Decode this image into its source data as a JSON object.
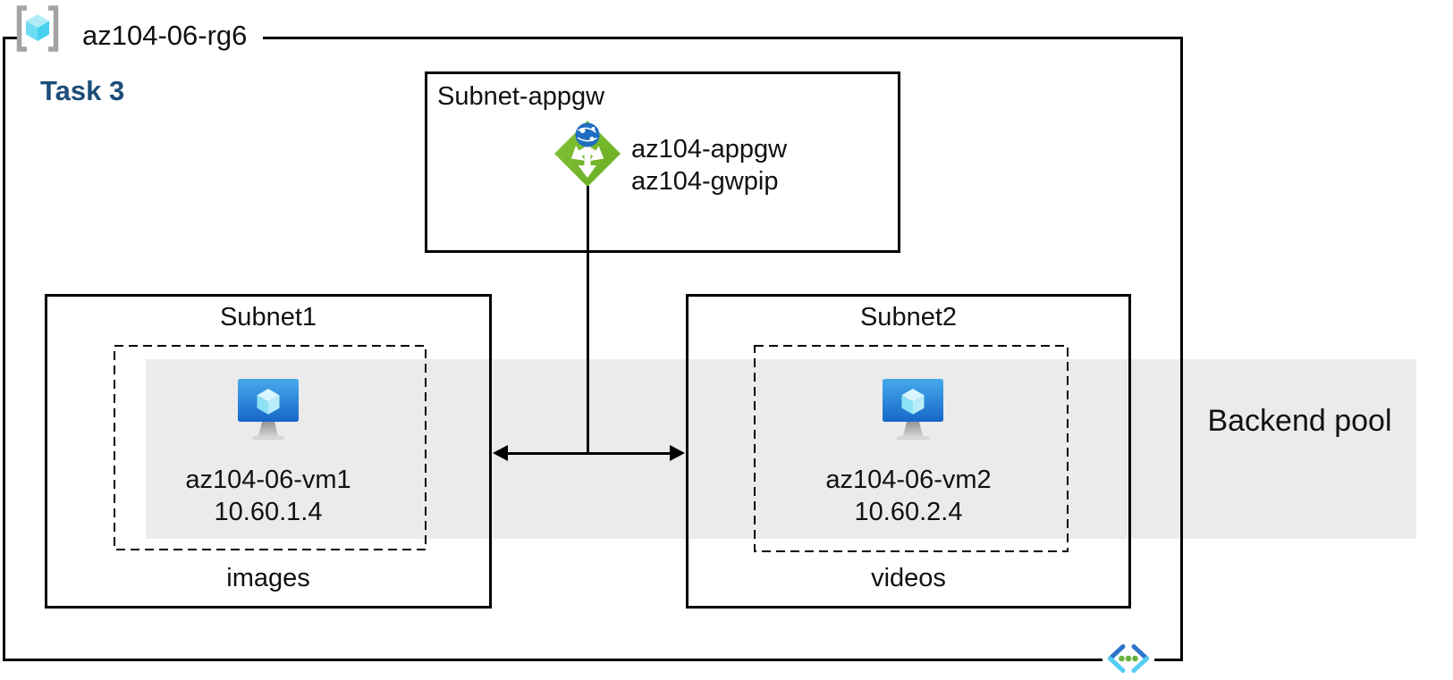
{
  "resource_group": {
    "name": "az104-06-rg6"
  },
  "task": {
    "label": "Task 3"
  },
  "appgw_subnet": {
    "name": "Subnet-appgw",
    "gateway_name": "az104-appgw",
    "public_ip_name": "az104-gwpip"
  },
  "subnet1": {
    "name": "Subnet1",
    "vm_name": "az104-06-vm1",
    "vm_ip": "10.60.1.4",
    "caption": "images"
  },
  "subnet2": {
    "name": "Subnet2",
    "vm_name": "az104-06-vm2",
    "vm_ip": "10.60.2.4",
    "caption": "videos"
  },
  "backend_pool": {
    "label": "Backend pool"
  },
  "icons": {
    "resource_group": "resource-group-icon",
    "application_gateway": "application-gateway-icon",
    "virtual_machine": "virtual-machine-icon",
    "virtual_network": "virtual-network-icon"
  },
  "colors": {
    "task_label_blue": "#1d4d78",
    "backend_band_gray": "#ebebeb",
    "line_black": "#000000",
    "appgw_green": "#76b82e",
    "globe_blue": "#1e6ec2",
    "vm_screen_top": "#47aaeb",
    "vm_screen_bottom": "#1767c8",
    "cube_cyan": "#46d2ef",
    "bracket_gray": "#a3a3a3",
    "vnet_blue": "#2e74c9",
    "vnet_cyan": "#53cdf4",
    "vnet_dot_green": "#68b33c"
  }
}
